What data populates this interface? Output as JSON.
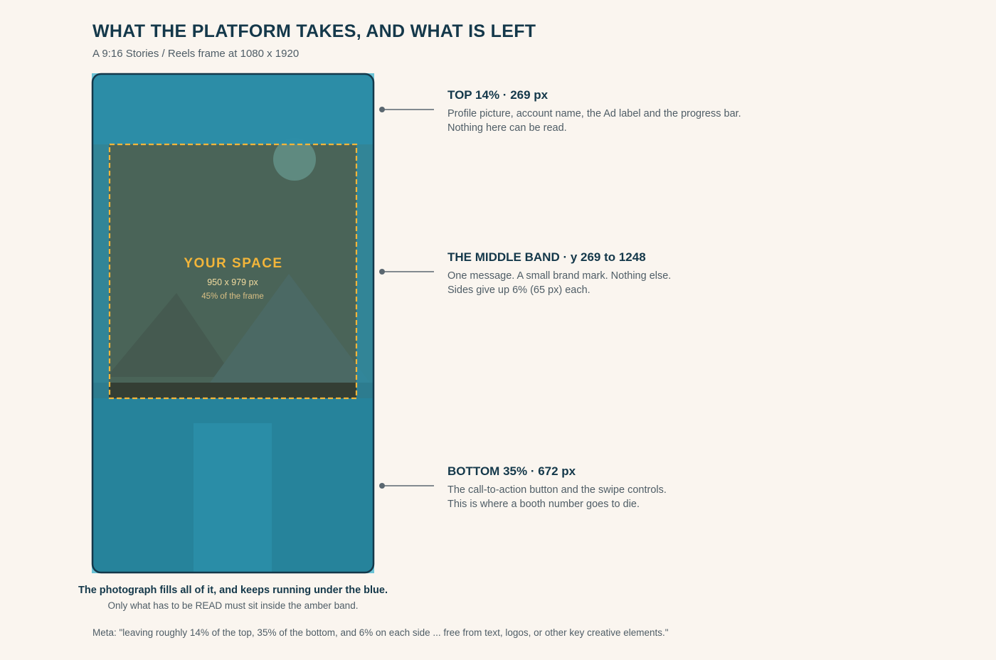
{
  "header": {
    "title": "WHAT THE PLATFORM TAKES, AND WHAT IS LEFT",
    "subtitle": "A 9:16 Stories / Reels frame at 1080 x 1920"
  },
  "safe_zone": {
    "label": "YOUR SPACE",
    "size": "950 x 979 px",
    "share": "45% of the frame"
  },
  "annotations": [
    {
      "heading": "TOP 14% · 269 px",
      "lines": [
        "Profile picture, account name, the Ad label and the progress bar.",
        "Nothing here can be read."
      ]
    },
    {
      "heading": "THE MIDDLE BAND · y 269 to 1248",
      "lines": [
        "One message. A small brand mark. Nothing else.",
        "Sides give up 6% (65 px) each."
      ]
    },
    {
      "heading": "BOTTOM 35% · 672 px",
      "lines": [
        "The call-to-action button and the swipe controls.",
        "This is where a booth number goes to die."
      ]
    }
  ],
  "caption": {
    "main": "The photograph fills all of it, and keeps running under the blue.",
    "sub": "Only what has to be READ must sit inside the amber band."
  },
  "meta": "Meta: \"leaving roughly 14% of the top, 35% of the bottom, and 6% on each side ... free from text, logos, or other key creative elements.\"",
  "colors": {
    "overlay_blue": "#2b8ea9",
    "safe_amber": "#f2b53a",
    "ink": "#14384a",
    "background": "#faf5ef"
  }
}
